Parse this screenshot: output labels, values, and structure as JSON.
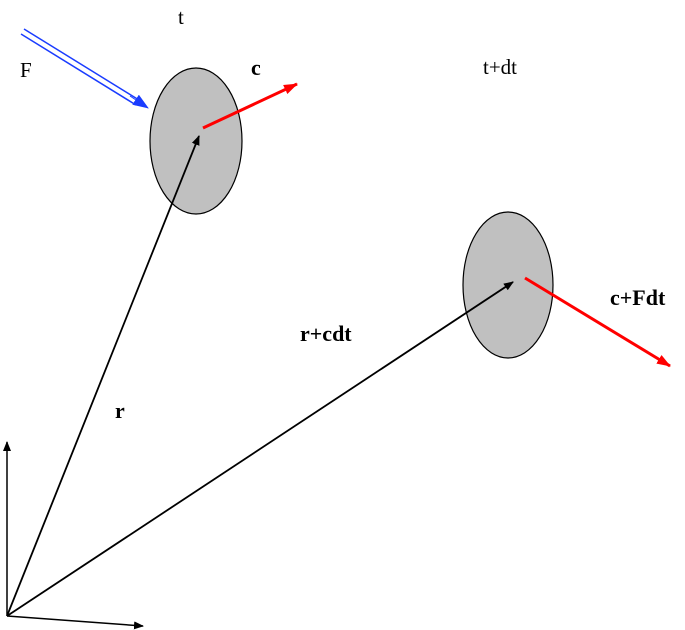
{
  "labels": {
    "time_start": "t",
    "time_end": "t+dt",
    "force": "F",
    "velocity": "c",
    "position": "r",
    "new_position": "r+cdt",
    "new_velocity": "c+Fdt"
  },
  "colors": {
    "particle_fill": "#c0c0c0",
    "particle_stroke": "#000000",
    "velocity_arrow": "#ff0000",
    "force_arrow": "#1a3cff",
    "position_arrow": "#000000",
    "axes": "#000000"
  }
}
